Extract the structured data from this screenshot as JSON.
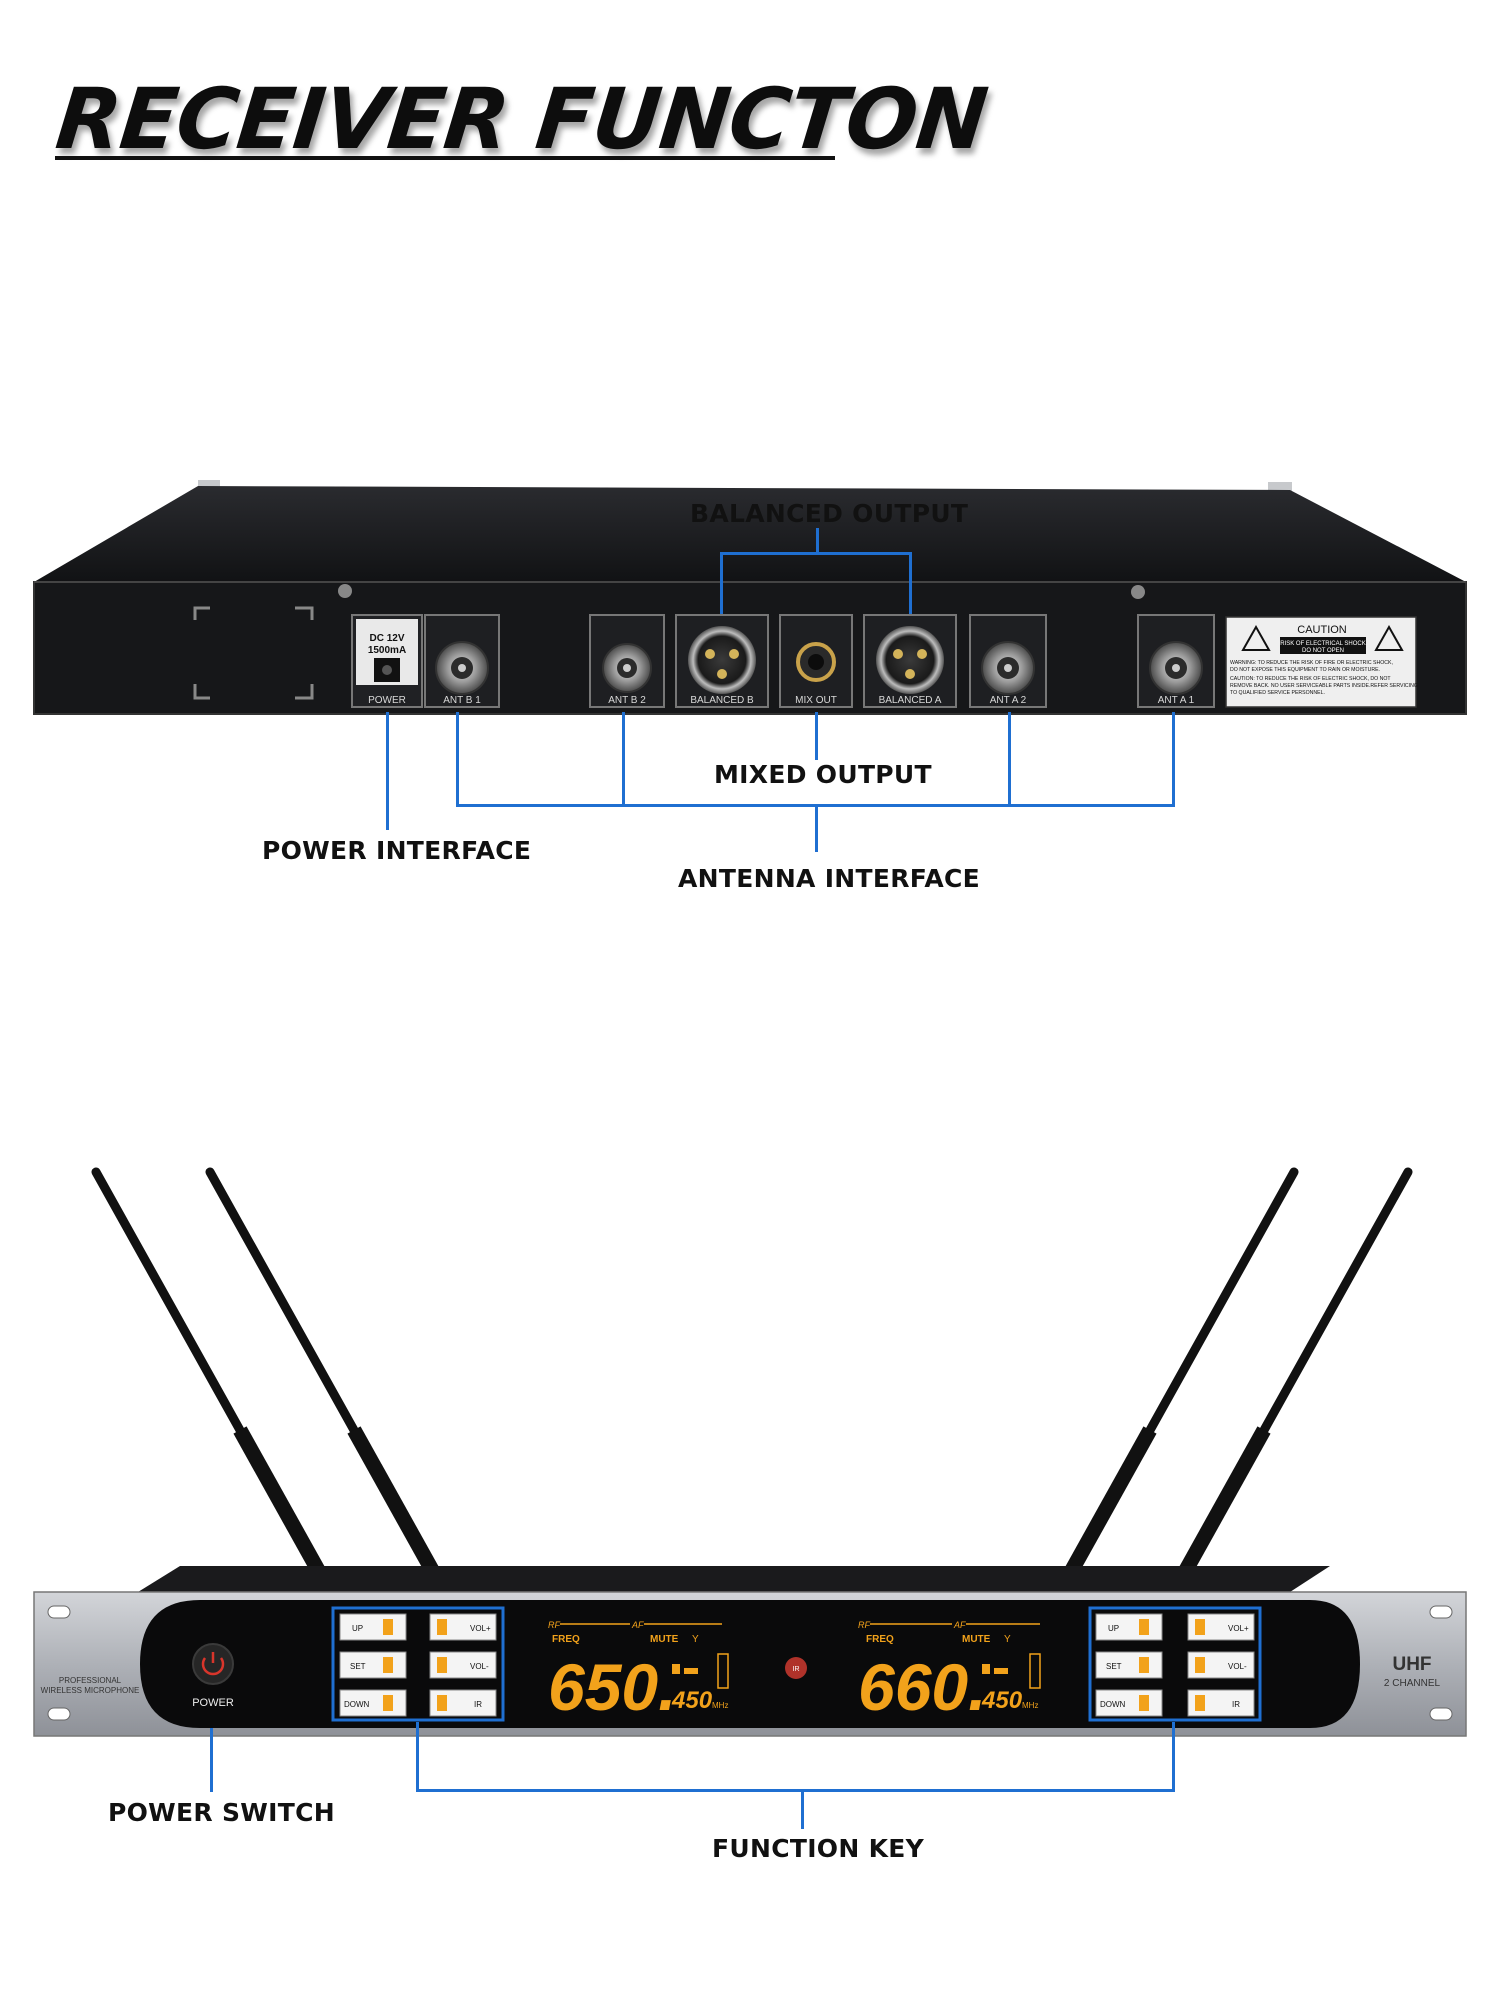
{
  "page": {
    "title": "RECEIVER FUNCTON"
  },
  "rear_panel": {
    "callouts": {
      "balanced_output": "BALANCED OUTPUT",
      "mixed_output": "MIXED OUTPUT",
      "power_interface": "POWER INTERFACE",
      "antenna_interface": "ANTENNA INTERFACE"
    },
    "port_labels": {
      "power": "POWER",
      "ant_b1": "ANT B 1",
      "ant_b2": "ANT B 2",
      "balanced_b": "BALANCED B",
      "mix_out": "MIX OUT",
      "balanced_a": "BALANCED A",
      "ant_a2": "ANT A 2",
      "ant_a1": "ANT A 1"
    },
    "power_spec_line1": "DC 12V",
    "power_spec_line2": "1500mA",
    "caution": {
      "heading": "CAUTION",
      "sub1": "RISK OF ELECTRICAL SHOCK",
      "sub2": "DO NOT OPEN",
      "warning": "WARNING: TO REDUCE THE RISK OF FIRE OR ELECTRIC SHOCK,",
      "warning2": "DO NOT EXPOSE THIS EQUIPMENT TO RAIN OR MOISTURE.",
      "caution_line": "CAUTION: TO REDUCE THE RISK OF ELECTRIC SHOCK, DO NOT",
      "caution_line2": "REMOVE BACK. NO USER SERVICEABLE PARTS INSIDE.REFER SERVICING",
      "caution_line3": "TO QUALIFIED SERVICE PERSONNEL."
    }
  },
  "front_panel": {
    "callouts": {
      "power_switch": "POWER SWITCH",
      "function_key": "FUNCTION KEY"
    },
    "brand_line1": "PROFESSIONAL",
    "brand_line2": "WIRELESS MICROPHONE",
    "power_label": "POWER",
    "keys_left": [
      "UP",
      "VOL+",
      "SET",
      "VOL-",
      "DOWN",
      "IR"
    ],
    "keys_right": [
      "UP",
      "VOL+",
      "SET",
      "VOL-",
      "DOWN",
      "IR"
    ],
    "channel_a": {
      "rf": "RF",
      "af": "AF",
      "freq": "FREQ",
      "mute": "MUTE",
      "freq_main": "650.",
      "freq_sub": "450",
      "unit": "MHz"
    },
    "channel_b": {
      "rf": "RF",
      "af": "AF",
      "freq": "FREQ",
      "mute": "MUTE",
      "freq_main": "660.",
      "freq_sub": "450",
      "unit": "MHz"
    },
    "ir_badge": "IR",
    "model": "UHF",
    "channels": "2 CHANNEL"
  },
  "colors": {
    "callout_line": "#1f6fd1",
    "display_amber": "#f2a21b",
    "chassis": "#1b1c1f",
    "silver": "#b9bcc2"
  }
}
